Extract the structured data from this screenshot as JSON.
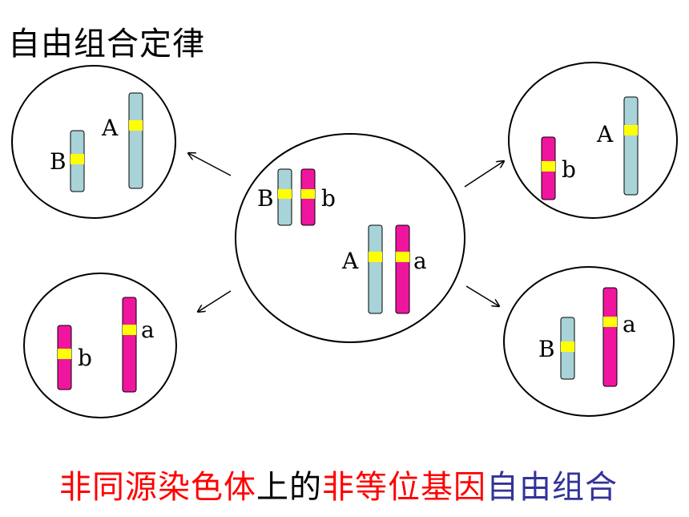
{
  "title": "自由组合定律",
  "colors": {
    "light_chromosome": "#a8d3d8",
    "dark_chromosome": "#f0159e",
    "gene_band": "#ffff00",
    "caption_red": "#ff0000",
    "caption_black": "#000000",
    "caption_blue": "#333399"
  },
  "cells": {
    "center": {
      "labels": [
        "B",
        "b",
        "A",
        "a"
      ]
    },
    "top_left": {
      "labels": [
        "B",
        "A"
      ]
    },
    "bottom_left": {
      "labels": [
        "b",
        "a"
      ]
    },
    "top_right": {
      "labels": [
        "b",
        "A"
      ]
    },
    "bottom_right": {
      "labels": [
        "B",
        "a"
      ]
    }
  },
  "caption": {
    "part1": "非同源染色体",
    "part2": "上的",
    "part3": "非等位基因",
    "part4": "自由组合"
  }
}
